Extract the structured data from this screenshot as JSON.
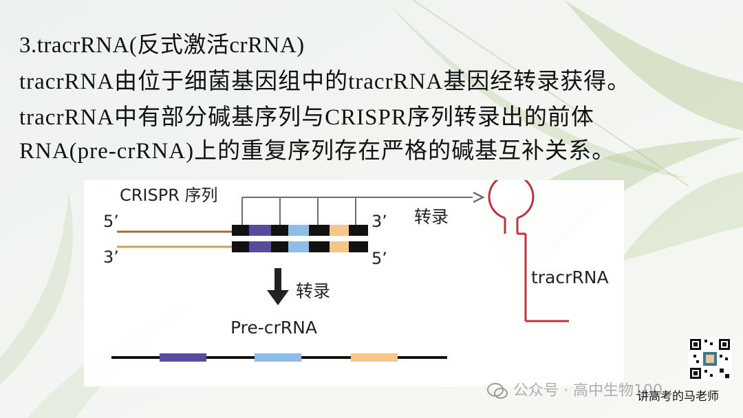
{
  "slide": {
    "heading": "3.tracrRNA(反式激活crRNA)",
    "paragraph_lines": [
      "tracrRNA由位于细菌基因组中的tracrRNA基因经转录获得。",
      "tracrRNA中有部分碱基序列与CRISPR序列转录出的前体",
      "RNA(pre-crRNA)上的重复序列存在严格的碱基互补关系。"
    ]
  },
  "diagram": {
    "crispr_label": "CRISPR 序列",
    "top_strand_left": "5’",
    "top_strand_right": "3’",
    "bottom_strand_left": "3’",
    "bottom_strand_right": "5’",
    "transcription_right": "转录",
    "transcription_down": "转录",
    "precrrna_label": "Pre-crRNA",
    "tracrrna_label": "tracrRNA",
    "colors": {
      "repeat": "#111111",
      "spacer_purple": "#5a4a9c",
      "spacer_blue": "#8fbde8",
      "spacer_orange": "#f5c58a",
      "dna_top": "#a76b35",
      "dna_bottom": "#c9a25f",
      "tracrrna": "#c0323b",
      "arrow": "#6d6d6d"
    }
  },
  "watermark": {
    "text": "公众号 · 高中生物100",
    "signature": "讲高考的马老师"
  }
}
